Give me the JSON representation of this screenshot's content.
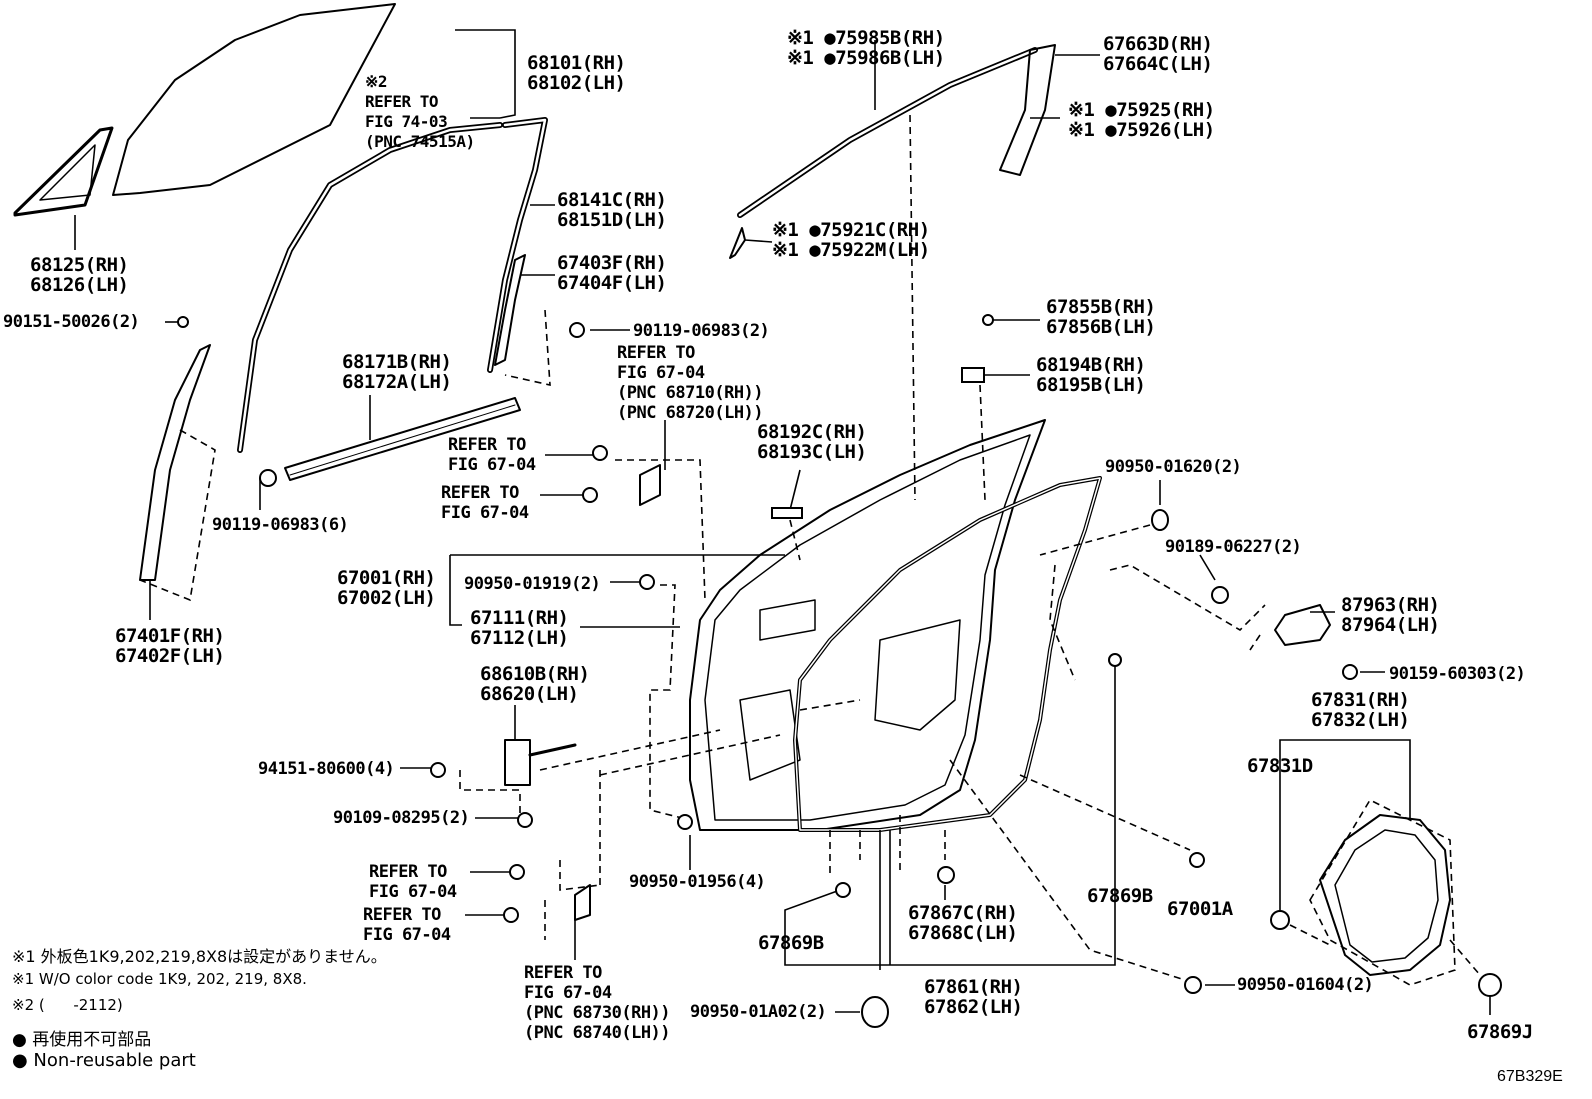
{
  "diagram_code": "67B329E",
  "labels": {
    "glass": [
      "68101(RH)",
      "68102(LH)"
    ],
    "refer_7403": [
      "※2",
      "REFER TO",
      "FIG 74-03",
      "(PNC 74515A)"
    ],
    "vent_glass": [
      "68125(RH)",
      "68126(LH)"
    ],
    "bolt_50026": "90151-50026(2)",
    "run_141": [
      "68141C(RH)",
      "68151D(LH)"
    ],
    "seal_403": [
      "67403F(RH)",
      "67404F(LH)"
    ],
    "bolt_06983_2": "90119-06983(2)",
    "refer_6704_a": [
      "REFER TO",
      "FIG 67-04",
      "(PNC 68710(RH))",
      "(PNC 68720(LH))"
    ],
    "weather_171": [
      "68171B(RH)",
      "68172A(LH)"
    ],
    "refer_6704_b": [
      "REFER TO",
      "FIG 67-04"
    ],
    "refer_6704_c": [
      "REFER TO",
      "FIG 67-04"
    ],
    "bolt_06983_6": "90119-06983(6)",
    "door_panel": [
      "67001(RH)",
      "67002(LH)"
    ],
    "clip_01919": "90950-01919(2)",
    "cover_111": [
      "67111(RH)",
      "67112(LH)"
    ],
    "channel_401": [
      "67401F(RH)",
      "67402F(LH)"
    ],
    "check_610": [
      "68610B(RH)",
      "68620(LH)"
    ],
    "bolt_80600": "94151-80600(4)",
    "bolt_08295": "90109-08295(2)",
    "refer_6704_d": [
      "REFER TO",
      "FIG 67-04"
    ],
    "refer_6704_e": [
      "REFER TO",
      "FIG 67-04"
    ],
    "refer_6704_f": [
      "REFER TO",
      "FIG 67-04",
      "(PNC 68730(RH))",
      "(PNC 68740(LH))"
    ],
    "plug_01956": "90950-01956(4)",
    "plug_01a02": "90950-01A02(2)",
    "moulding_985": [
      "※1 ●75985B(RH)",
      "※1 ●75986B(LH)"
    ],
    "moulding_921": [
      "※1 ●75921C(RH)",
      "※1 ●75922M(LH)"
    ],
    "garnish_663": [
      "67663D(RH)",
      "67664C(LH)"
    ],
    "moulding_925": [
      "※1 ●75925(RH)",
      "※1 ●75926(LH)"
    ],
    "bracket_855": [
      "67855B(RH)",
      "67856B(LH)"
    ],
    "bracket_194": [
      "68194B(RH)",
      "68195B(LH)"
    ],
    "stopper_192": [
      "68192C(RH)",
      "68193C(LH)"
    ],
    "plug_01620": "90950-01620(2)",
    "clip_06227": "90189-06227(2)",
    "cover_963": [
      "87963(RH)",
      "87964(LH)"
    ],
    "screw_60303": "90159-60303(2)",
    "service_831": [
      "67831(RH)",
      "67832(LH)"
    ],
    "service_831d": "67831D",
    "clip_869b_right": "67869B",
    "plug_001a": "67001A",
    "weather_867": [
      "67867C(RH)",
      "67868C(LH)"
    ],
    "clip_869b_left": "67869B",
    "weather_861": [
      "67861(RH)",
      "67862(LH)"
    ],
    "plug_01604": "90950-01604(2)",
    "clip_869j": "67869J"
  },
  "notes": {
    "note1_jp": "※1 外板色1K9,202,219,8X8は設定がありません。",
    "note1_en": "※1 W/O color code 1K9, 202, 219, 8X8.",
    "note2": "※2 (      -2112)",
    "legend_jp": "● 再使用不可部品",
    "legend_en": "● Non-reusable part"
  }
}
